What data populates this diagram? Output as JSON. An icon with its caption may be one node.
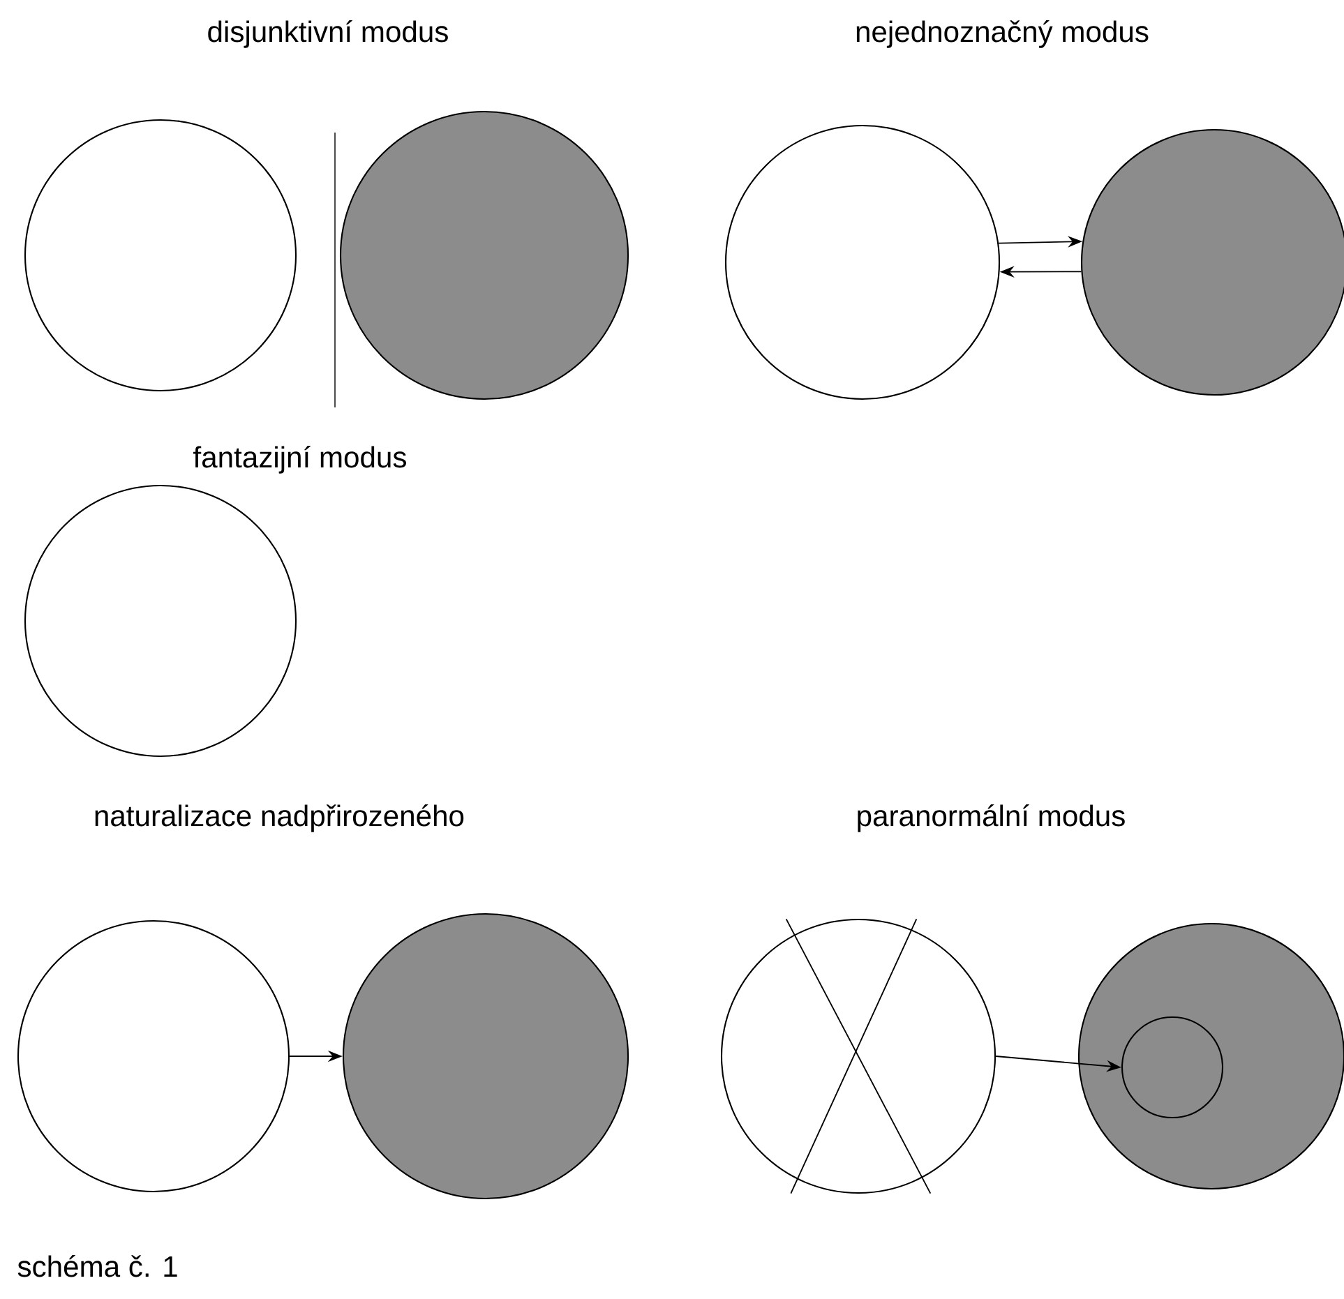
{
  "diagram": {
    "caption": "schéma č. 1",
    "nodes": [
      {
        "text": [],
        "shape": "circle"
      },
      {
        "text": [],
        "shape": "circle"
      },
      {
        "text": [],
        "shape": "circle"
      },
      {
        "text": [],
        "shape": "circle"
      },
      {
        "text": [],
        "shape": "circle"
      },
      {
        "text": [],
        "shape": "circle"
      },
      {
        "text": [],
        "shape": "circle"
      },
      {
        "text": [],
        "shape": "circle"
      },
      {
        "text": [],
        "shape": "circle"
      },
      {
        "text": [],
        "shape": "circle",
        "in": 8
      }
    ],
    "edges": [
      {
        "from": 2,
        "to": 3,
        "arrow": "to"
      },
      {
        "from": 3,
        "to": 2,
        "arrow": "to"
      },
      {
        "from": 5,
        "to": 6,
        "arrow": "to"
      },
      {
        "from": 7,
        "to": 9,
        "arrow": "to"
      }
    ],
    "labels": [
      "disjunktivní modus",
      "nejednoznačný modus",
      "fantazijní modus",
      "naturalizace nadpřirozeného",
      "paranormální modus"
    ]
  }
}
